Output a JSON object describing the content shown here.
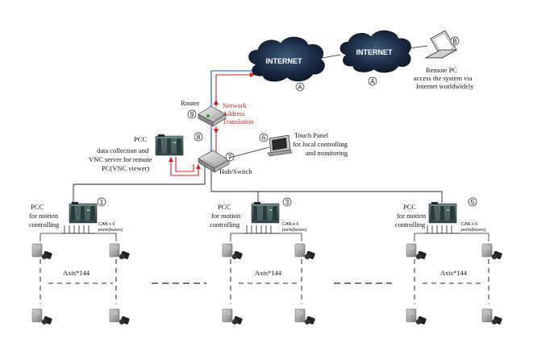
{
  "clouds": [
    {
      "label": "INTERNET",
      "marker": "A"
    },
    {
      "label": "INTERNET",
      "marker": "A"
    }
  ],
  "remote_pc": {
    "marker": "B",
    "lines": [
      "Remote PC",
      "access the system via",
      "Internet worldwidely"
    ]
  },
  "router": {
    "label": "Router",
    "number": "9"
  },
  "nat": {
    "lines": [
      "Network",
      "Address",
      "Translation"
    ],
    "color": "#c0282a"
  },
  "pcc_server": {
    "number": "8",
    "lines": [
      "PCC",
      "data collection and",
      "VNC server for remote",
      "PC(VNC viewer)"
    ]
  },
  "touch_panel": {
    "number": "6",
    "lines": [
      "Touch Panel",
      "for local controlling",
      "and monitoring"
    ]
  },
  "hub": {
    "label": "Hub/Switch",
    "number": "7"
  },
  "motion_pccs": [
    {
      "number": "1",
      "lines": [
        "PCC",
        "for motion",
        "controlling"
      ],
      "can_lines": [
        "CAN x 6",
        "ports(buses)"
      ],
      "axis": "Axis*144"
    },
    {
      "number": "3",
      "lines": [
        "PCC",
        "for motion",
        "controlling"
      ],
      "can_lines": [
        "CAN x 6",
        "ports(buses)"
      ],
      "axis": "Axis*144"
    },
    {
      "number": "5",
      "lines": [
        "PCC",
        "for motion",
        "controlling"
      ],
      "can_lines": [
        "CAN x 6",
        "ports(buses)"
      ],
      "axis": "Axis*144"
    }
  ],
  "colors": {
    "link_red": "#d42020",
    "link_blue": "#2b4fc4",
    "line": "#222222"
  }
}
